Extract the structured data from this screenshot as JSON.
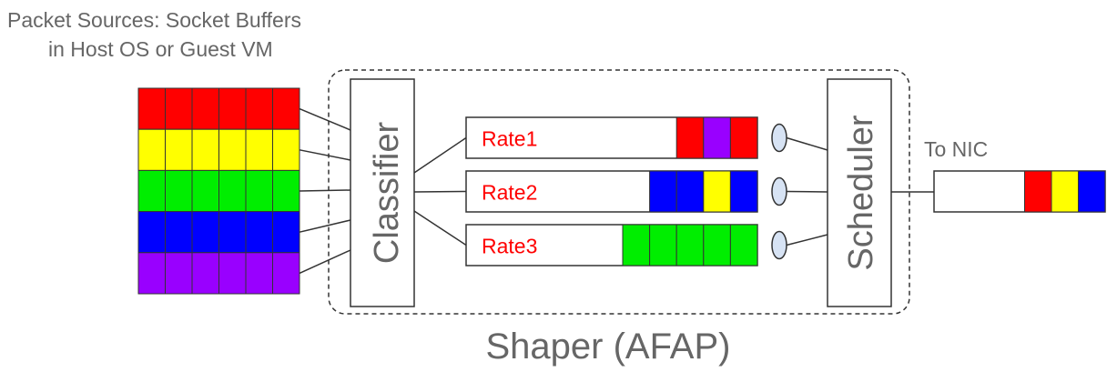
{
  "title": {
    "line1": "Packet Sources: Socket Buffers",
    "line2": "in Host OS or Guest VM"
  },
  "colors": {
    "red": "#ff0000",
    "yellow": "#ffff00",
    "green": "#00ee00",
    "blue": "#0000ff",
    "purple": "#9900ff",
    "rate_text": "#ff0000",
    "label_gray": "#666666",
    "line": "#333333"
  },
  "sources": {
    "rows": [
      "red",
      "yellow",
      "green",
      "blue",
      "purple"
    ],
    "packets_per_row": 6
  },
  "classifier": {
    "label": "Classifier"
  },
  "queues": [
    {
      "label": "Rate1",
      "packets": [
        "red",
        "purple",
        "red"
      ]
    },
    {
      "label": "Rate2",
      "packets": [
        "blue",
        "blue",
        "yellow",
        "blue"
      ]
    },
    {
      "label": "Rate3",
      "packets": [
        "green",
        "green",
        "green",
        "green",
        "green"
      ]
    }
  ],
  "scheduler": {
    "label": "Scheduler"
  },
  "nic": {
    "label": "To NIC",
    "packets": [
      "red",
      "yellow",
      "blue"
    ]
  },
  "shaper": {
    "label": "Shaper (AFAP)"
  }
}
